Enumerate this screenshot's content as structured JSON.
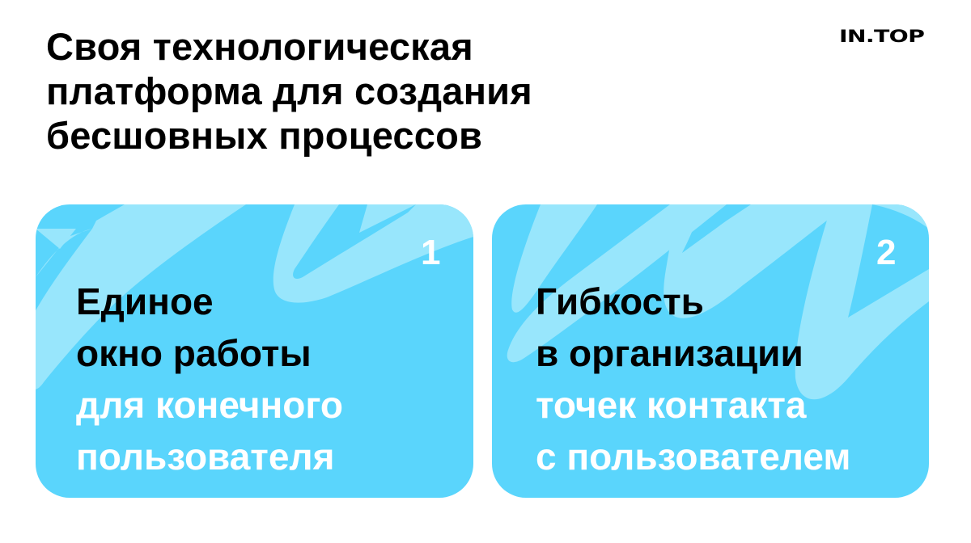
{
  "header": {
    "title_lines": [
      "Своя технологическая",
      "платформа для создания",
      "бесшовных процессов"
    ],
    "logo": "IN.TOP"
  },
  "colors": {
    "card_bg": "#5ad5fc",
    "card_stroke": "#98e6fc",
    "accent_text": "#ffffff",
    "primary_text": "#000000"
  },
  "cards": [
    {
      "number": "1",
      "lines_dark": [
        "Единое",
        "окно работы"
      ],
      "lines_light": [
        "для конечного",
        "пользователя"
      ]
    },
    {
      "number": "2",
      "lines_dark": [
        "Гибкость",
        "в организации"
      ],
      "lines_light": [
        "точек контакта",
        "с пользователем"
      ]
    }
  ]
}
